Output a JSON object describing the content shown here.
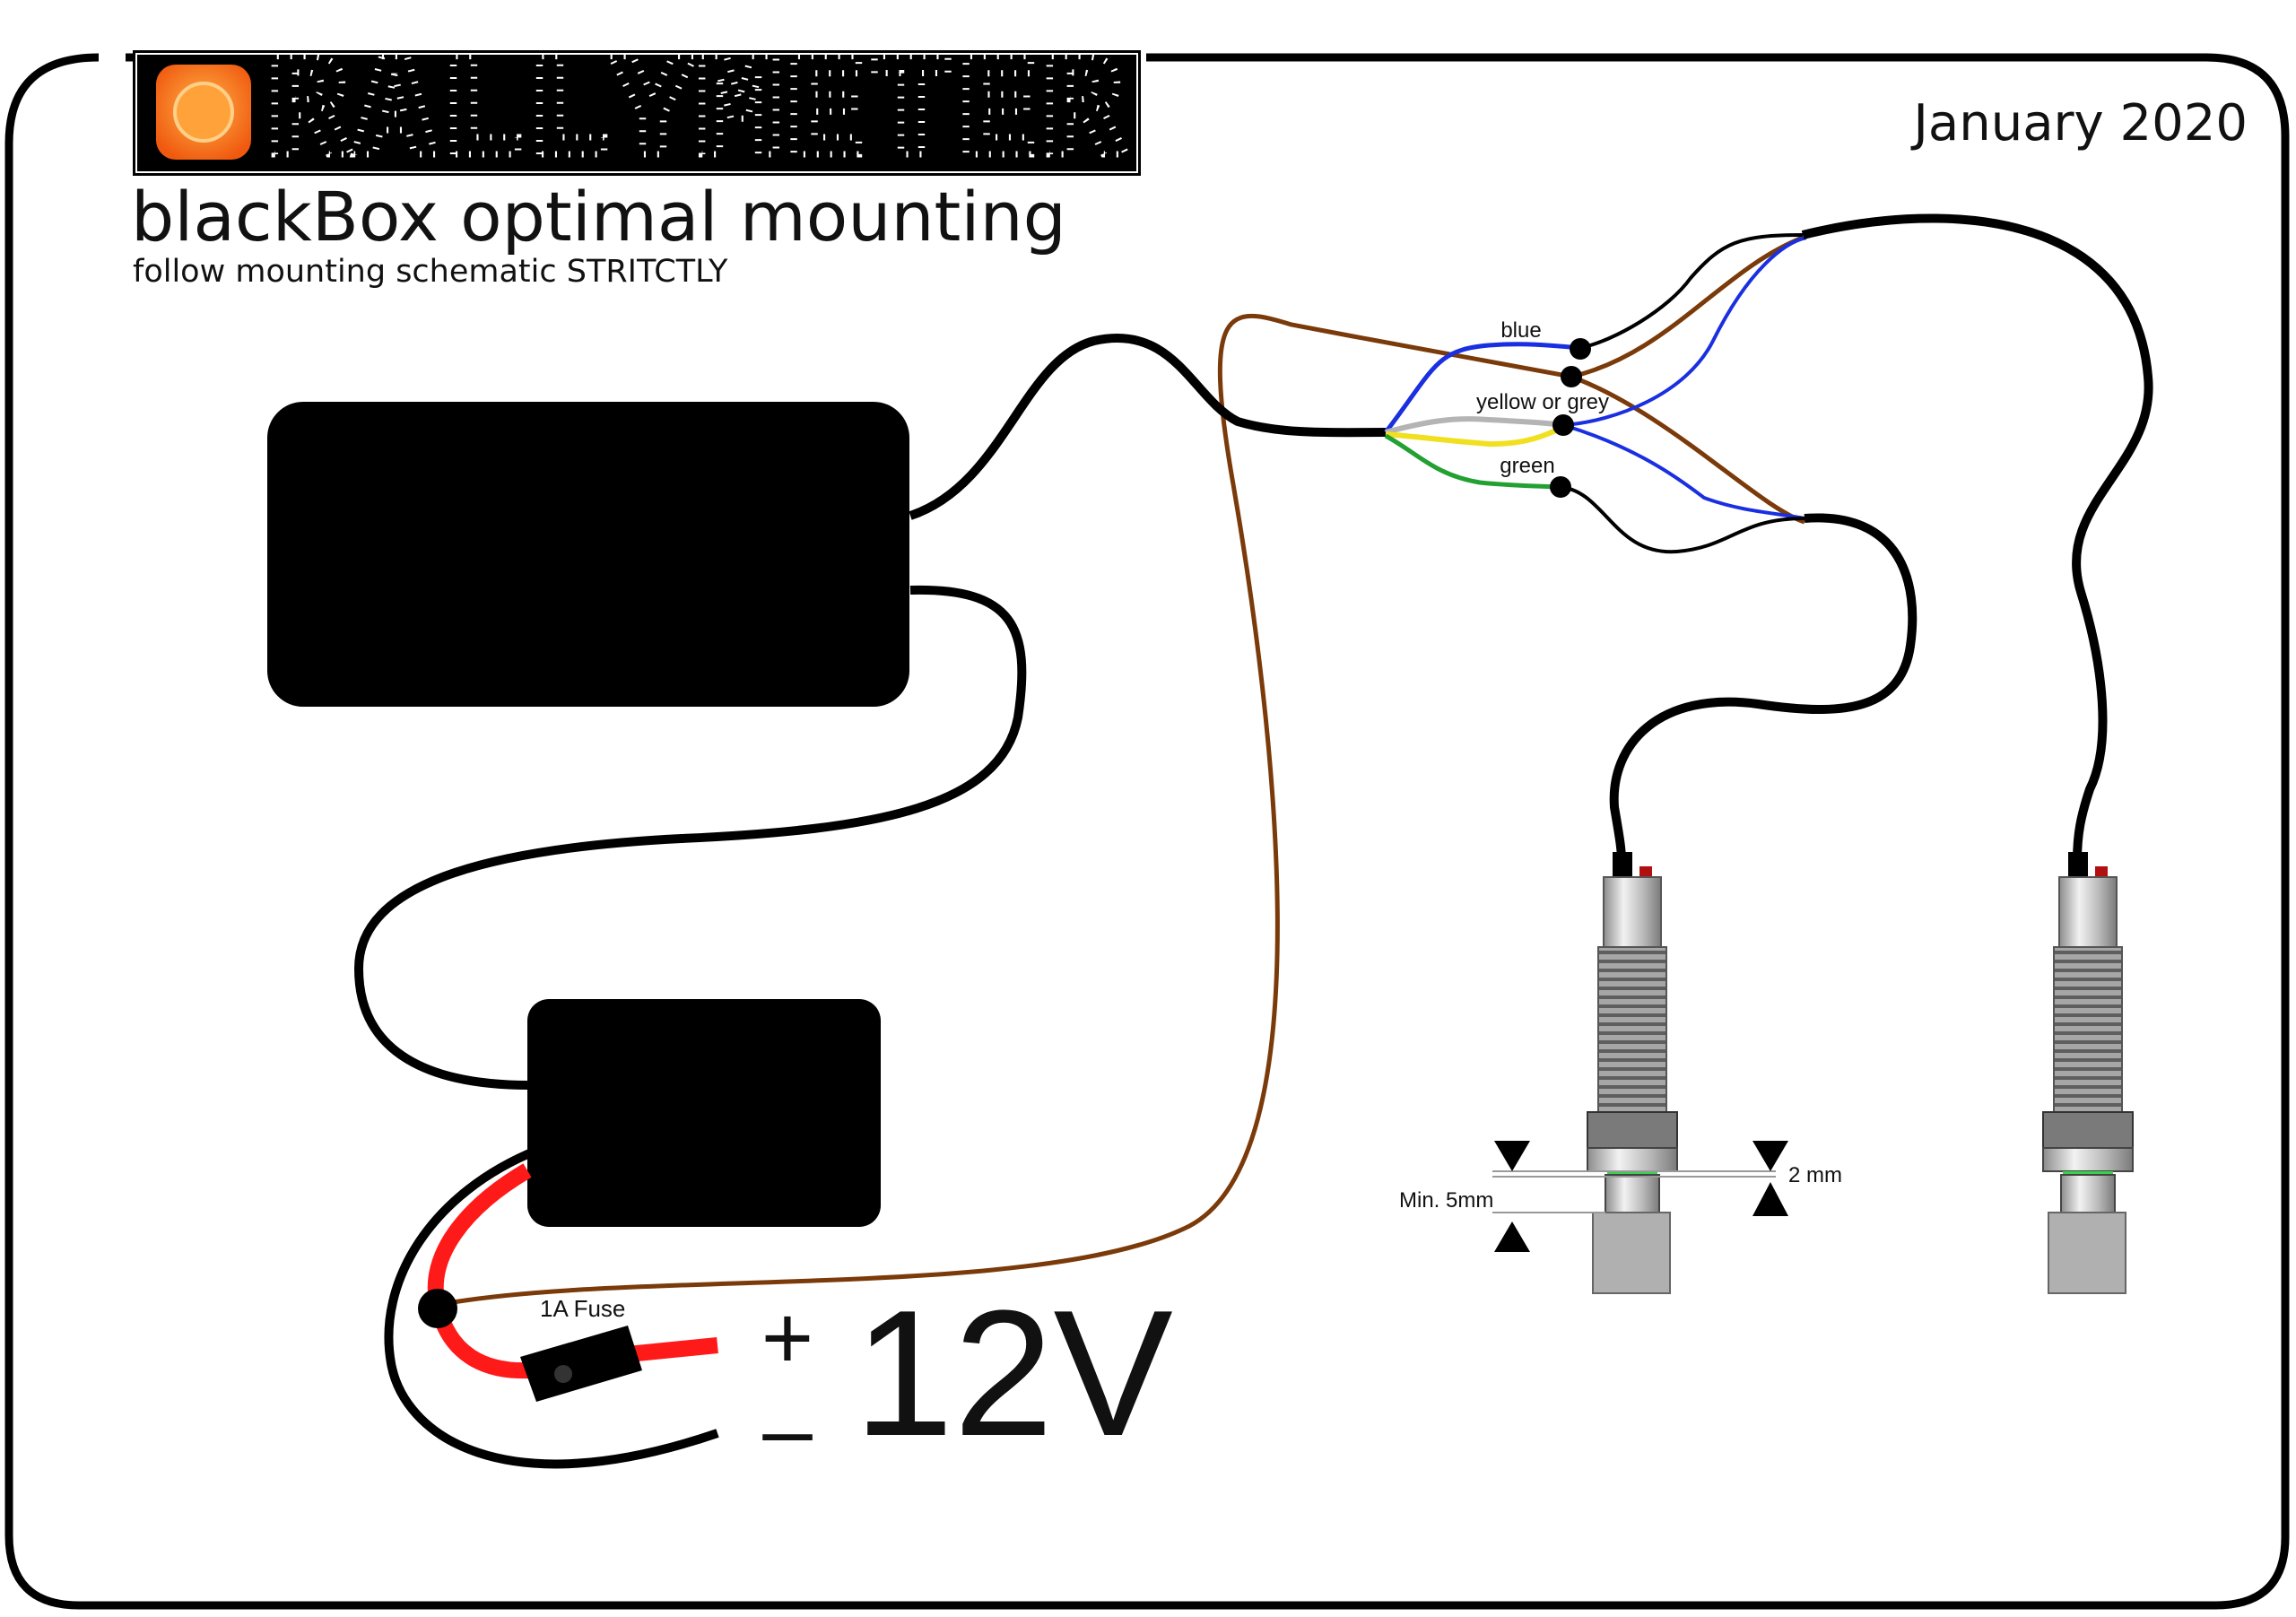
{
  "brand": {
    "name": "RALLYMETER"
  },
  "header": {
    "title": "blackBox optimal mounting",
    "subtitle": "follow mounting schematic STRITCTLY",
    "date": "January 2020"
  },
  "wires": {
    "blue": "blue",
    "yellow_grey": "yellow or grey",
    "green": "green"
  },
  "fuse": {
    "label": "1A Fuse"
  },
  "power": {
    "plus": "+",
    "minus": "–",
    "voltage": "12V"
  },
  "dimensions": {
    "gap": "2 mm",
    "min": "Min. 5mm"
  },
  "colors": {
    "logo": "#f47a20",
    "wire_brown": "#7a3a0a",
    "wire_blue": "#1a2fe0",
    "wire_yellow": "#f0e020",
    "wire_grey": "#b4b4b4",
    "wire_green": "#22a032",
    "wire_red": "#ff1a1a",
    "sensor_ring": "#3ad050"
  }
}
